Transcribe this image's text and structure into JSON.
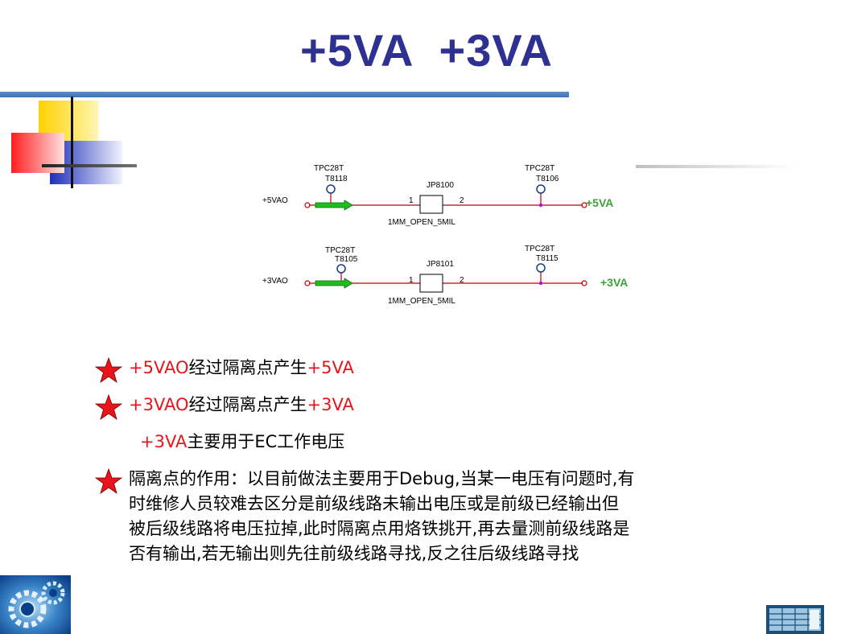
{
  "slide": {
    "title": "+5VA  +3VA"
  },
  "schematic": {
    "circuits": [
      {
        "input_label": "+5VAO",
        "tp_left_part": "TPC28T",
        "tp_left_ref": "T8118",
        "jumper_ref": "JP8100",
        "jumper_pin1": "1",
        "jumper_pin2": "2",
        "jumper_inner": "1  2",
        "jumper_value": "1MM_OPEN_5MIL",
        "tp_right_part": "TPC28T",
        "tp_right_ref": "T8106",
        "output_label": "+5VA"
      },
      {
        "input_label": "+3VAO",
        "tp_left_part": "TPC28T",
        "tp_left_ref": "T8105",
        "jumper_ref": "JP8101",
        "jumper_pin1": "1",
        "jumper_pin2": "2",
        "jumper_inner": "1  2",
        "jumper_value": "1MM_OPEN_5MIL",
        "tp_right_part": "TPC28T",
        "tp_right_ref": "T8115",
        "output_label": "+3VA"
      }
    ],
    "colors": {
      "wire": "#c00000",
      "node": "#cc00cc",
      "arrow": "#22bb22",
      "output_text": "#3aa335"
    }
  },
  "bullets": [
    {
      "parts": [
        {
          "text": "+5VAO",
          "color": "red"
        },
        {
          "text": "经过隔离点产生",
          "color": "black"
        },
        {
          "text": "+5VA",
          "color": "red"
        }
      ],
      "star": true
    },
    {
      "parts": [
        {
          "text": "+3VAO",
          "color": "red"
        },
        {
          "text": "经过隔离点产生",
          "color": "black"
        },
        {
          "text": "+3VA",
          "color": "red"
        }
      ],
      "star": true
    },
    {
      "parts": [
        {
          "text": "+3VA",
          "color": "red"
        },
        {
          "text": "主要用于EC工作电压",
          "color": "black"
        }
      ],
      "star": false
    },
    {
      "paragraph": [
        "隔离点的作用：以目前做法主要用于Debug,当某一电压有问题时,有",
        "时维修人员较难去区分是前级线路未输出电压或是前级已经输出但",
        "被后级线路将电压拉掉,此时隔离点用烙铁挑开,再去量测前级线路是",
        "否有输出,若无输出则先往前级线路寻找,反之往后级线路寻找"
      ],
      "star": true
    }
  ],
  "colors": {
    "title": "#2e3192",
    "rule": "#4a7fc1",
    "star": "#e8141b"
  },
  "icons": {
    "bullet": "red-star-icon",
    "logo": "gear-logo-icon",
    "corner": "building-logo-icon"
  }
}
